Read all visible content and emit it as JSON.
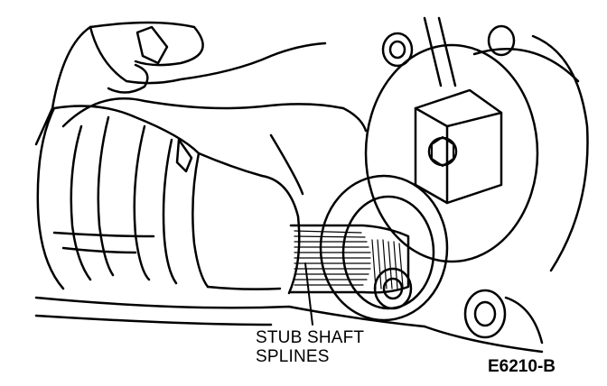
{
  "callout": {
    "line1": "STUB SHAFT",
    "line2": "SPLINES"
  },
  "figure_id": "E6210-B",
  "colors": {
    "ink": "#000000",
    "paper": "#ffffff"
  }
}
